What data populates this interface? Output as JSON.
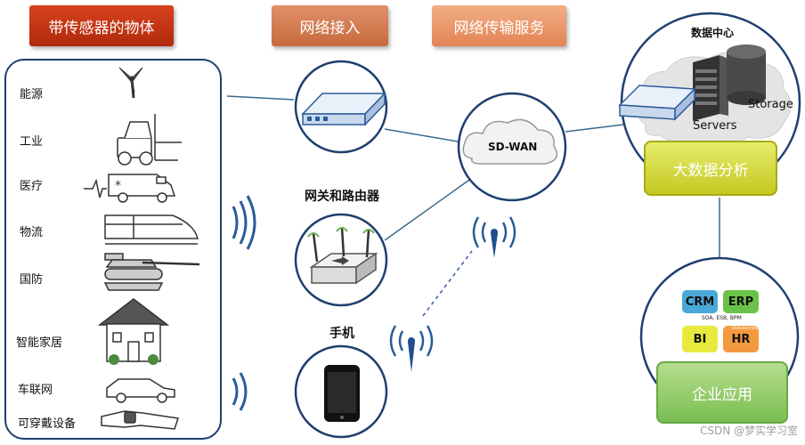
{
  "headers": {
    "objects": "带传感器的物体",
    "access": "网络接入",
    "transport": "网络传输服务"
  },
  "devices": [
    {
      "label": "能源",
      "icon": "wind-turbine-icon"
    },
    {
      "label": "工业",
      "icon": "forklift-icon"
    },
    {
      "label": "医疗",
      "icon": "ambulance-icon"
    },
    {
      "label": "物流",
      "icon": "train-icon"
    },
    {
      "label": "国防",
      "icon": "tank-icon"
    },
    {
      "label": "智能家居",
      "icon": "house-icon"
    },
    {
      "label": "车联网",
      "icon": "car-icon"
    },
    {
      "label": "可穿戴设备",
      "icon": "smartwatch-icon"
    }
  ],
  "gateway_label": "网关和路由器",
  "phone_label": "手机",
  "cloud_label": "SD-WAN",
  "datacenter": {
    "title": "数据中心",
    "storage": "Storage",
    "servers": "Servers"
  },
  "bigdata": "大数据分析",
  "enterprise": {
    "label": "企业应用",
    "tiles": [
      "CRM",
      "ERP",
      "BI",
      "HR"
    ],
    "soa": "SOA, ESB, BPM",
    "hr_small": "Outsourcing"
  },
  "watermark": "CSDN @梦实学习室",
  "colors": {
    "header1": "#c8341a",
    "header2": "#d27c50",
    "header3": "#eb9a6d",
    "border": "#1f3f70",
    "bigdata": "#d4da3c",
    "enterprise": "#95cd6c"
  }
}
